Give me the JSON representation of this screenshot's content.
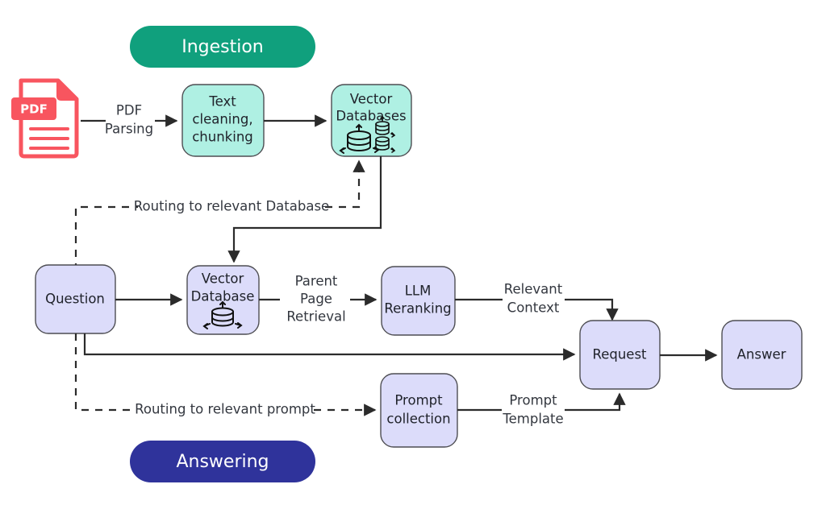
{
  "diagram": {
    "title": "RAG ingestion and answering pipeline",
    "colors": {
      "ingestion_pill": "#10a07d",
      "answering_pill": "#2f339b",
      "ingestion_box": "#aff0e3",
      "answering_box": "#dcdcfa",
      "box_border": "#4d4d52",
      "line": "#2b2b2b",
      "pdf_red": "#f8555f",
      "text": "#20232b"
    },
    "phases": [
      {
        "id": "ingestion",
        "label": "Ingestion",
        "color": "#10a07d"
      },
      {
        "id": "answering",
        "label": "Answering",
        "color": "#2f339b"
      }
    ],
    "nodes": [
      {
        "id": "pdf",
        "label": "PDF",
        "kind": "pdf-file-icon",
        "phase": "ingestion"
      },
      {
        "id": "text-cleaning",
        "label": "Text cleaning, chunking",
        "lines": [
          "Text",
          "cleaning,",
          "chunking"
        ],
        "kind": "process-box",
        "phase": "ingestion"
      },
      {
        "id": "vector-databases",
        "label": "Vector Databases",
        "lines": [
          "Vector",
          "Databases"
        ],
        "kind": "datastore-box",
        "phase": "ingestion"
      },
      {
        "id": "question",
        "label": "Question",
        "lines": [
          "Question"
        ],
        "kind": "process-box",
        "phase": "answering"
      },
      {
        "id": "vector-database",
        "label": "Vector Database",
        "lines": [
          "Vector",
          "Database"
        ],
        "kind": "datastore-box",
        "phase": "answering"
      },
      {
        "id": "llm-reranking",
        "label": "LLM Reranking",
        "lines": [
          "LLM",
          "Reranking"
        ],
        "kind": "process-box",
        "phase": "answering"
      },
      {
        "id": "request",
        "label": "Request",
        "lines": [
          "Request"
        ],
        "kind": "process-box",
        "phase": "answering"
      },
      {
        "id": "answer",
        "label": "Answer",
        "lines": [
          "Answer"
        ],
        "kind": "process-box",
        "phase": "answering"
      },
      {
        "id": "prompt-collection",
        "label": "Prompt collection",
        "lines": [
          "Prompt",
          "collection"
        ],
        "kind": "process-box",
        "phase": "answering"
      }
    ],
    "edges": [
      {
        "id": "pdf-parsing",
        "from": "pdf",
        "to": "text-cleaning",
        "label": "PDF Parsing",
        "lines": [
          "PDF",
          "Parsing"
        ],
        "style": "solid"
      },
      {
        "id": "chunks-to-vector-databases",
        "from": "text-cleaning",
        "to": "vector-databases",
        "label": "",
        "lines": [],
        "style": "solid"
      },
      {
        "id": "routing-to-database",
        "from": "question",
        "to": "vector-databases",
        "label": "Routing to relevant Database",
        "lines": [
          "Routing to relevant Database"
        ],
        "style": "dashed"
      },
      {
        "id": "vector-databases-to-vector-database",
        "from": "vector-databases",
        "to": "vector-database",
        "label": "",
        "lines": [],
        "style": "solid"
      },
      {
        "id": "question-to-vector-database",
        "from": "question",
        "to": "vector-database",
        "label": "",
        "lines": [],
        "style": "solid"
      },
      {
        "id": "parent-page-retrieval",
        "from": "vector-database",
        "to": "llm-reranking",
        "label": "Parent Page Retrieval",
        "lines": [
          "Parent",
          "Page",
          "Retrieval"
        ],
        "style": "solid"
      },
      {
        "id": "relevant-context",
        "from": "llm-reranking",
        "to": "request",
        "label": "Relevant Context",
        "lines": [
          "Relevant",
          "Context"
        ],
        "style": "solid"
      },
      {
        "id": "question-to-request",
        "from": "question",
        "to": "request",
        "label": "",
        "lines": [],
        "style": "solid"
      },
      {
        "id": "routing-to-prompt",
        "from": "question",
        "to": "prompt-collection",
        "label": "Routing to relevant prompt",
        "lines": [
          "Routing to relevant prompt"
        ],
        "style": "dashed"
      },
      {
        "id": "prompt-template",
        "from": "prompt-collection",
        "to": "request",
        "label": "Prompt Template",
        "lines": [
          "Prompt",
          "Template"
        ],
        "style": "solid"
      },
      {
        "id": "request-to-answer",
        "from": "request",
        "to": "answer",
        "label": "",
        "lines": [],
        "style": "solid"
      }
    ]
  }
}
